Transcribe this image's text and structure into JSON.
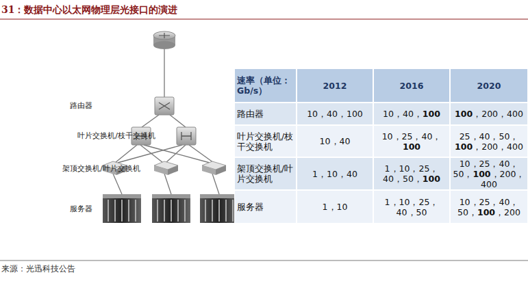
{
  "diagram": {
    "title": "31：数据中心以太网物理层光接口的演进",
    "caption": "来源：光迅科技公告",
    "labels": [
      "路由器",
      "叶片交换机/枝干交换机",
      "架顶交换机/叶片交换机",
      "服务器",
      "速率（单位：Gb/s）",
      "2012",
      "2016",
      "2020",
      "路由器",
      "10，40，100",
      "10，40，100",
      "100，200，400",
      "叶片交换机/枝干交换机",
      "10，40",
      "10，25，40，100",
      "25，40，50，100，200，400",
      "架顶交换机/叶片交换机",
      "1，10，40",
      "1，10，25，40，50，100",
      "10，25，40，50，100，200，400",
      "服务器",
      "1，10",
      "1，10，25，40，50",
      "10，25，40，50，100，200"
    ]
  }
}
